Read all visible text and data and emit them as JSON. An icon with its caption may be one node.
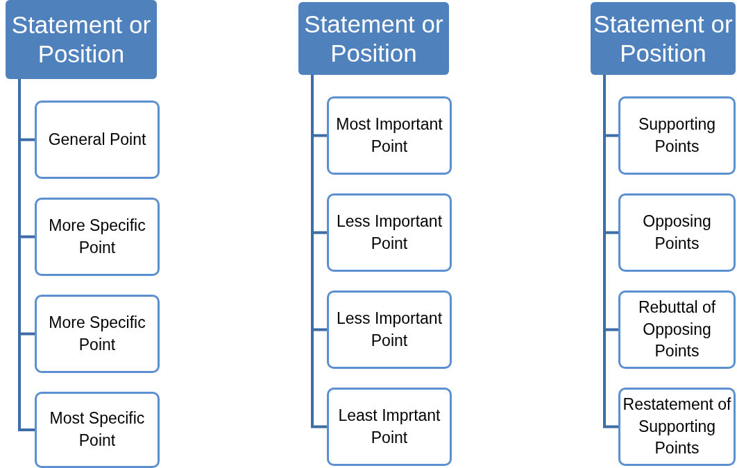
{
  "diagram": {
    "nodes": [
      {
        "text": [
          "Statement or Position"
        ]
      },
      {
        "text": [
          "General Point"
        ]
      },
      {
        "text": [
          "More Specific Point"
        ]
      },
      {
        "text": [
          "More Specific Point"
        ]
      },
      {
        "text": [
          "Most Specific Point"
        ]
      },
      {
        "text": [
          "Statement or Position"
        ]
      },
      {
        "text": [
          "Most Important Point"
        ]
      },
      {
        "text": [
          "Less Important Point"
        ]
      },
      {
        "text": [
          "Less Important Point"
        ]
      },
      {
        "text": [
          "Least Imprtant Point"
        ]
      },
      {
        "text": [
          "Statement or Position"
        ]
      },
      {
        "text": [
          "Supporting Points"
        ]
      },
      {
        "text": [
          "Opposing Points"
        ]
      },
      {
        "text": [
          "Rebuttal of Opposing Points"
        ]
      },
      {
        "text": [
          "Restatement of Supporting Points"
        ]
      }
    ],
    "edges": [
      {
        "from": 0,
        "to": 1,
        "arrow": "none"
      },
      {
        "from": 0,
        "to": 2,
        "arrow": "none"
      },
      {
        "from": 0,
        "to": 3,
        "arrow": "none"
      },
      {
        "from": 0,
        "to": 4,
        "arrow": "none"
      },
      {
        "from": 5,
        "to": 6,
        "arrow": "none"
      },
      {
        "from": 5,
        "to": 7,
        "arrow": "none"
      },
      {
        "from": 5,
        "to": 8,
        "arrow": "none"
      },
      {
        "from": 5,
        "to": 9,
        "arrow": "none"
      },
      {
        "from": 10,
        "to": 11,
        "arrow": "none"
      },
      {
        "from": 10,
        "to": 12,
        "arrow": "none"
      },
      {
        "from": 10,
        "to": 13,
        "arrow": "none"
      },
      {
        "from": 10,
        "to": 14,
        "arrow": "none"
      }
    ]
  }
}
